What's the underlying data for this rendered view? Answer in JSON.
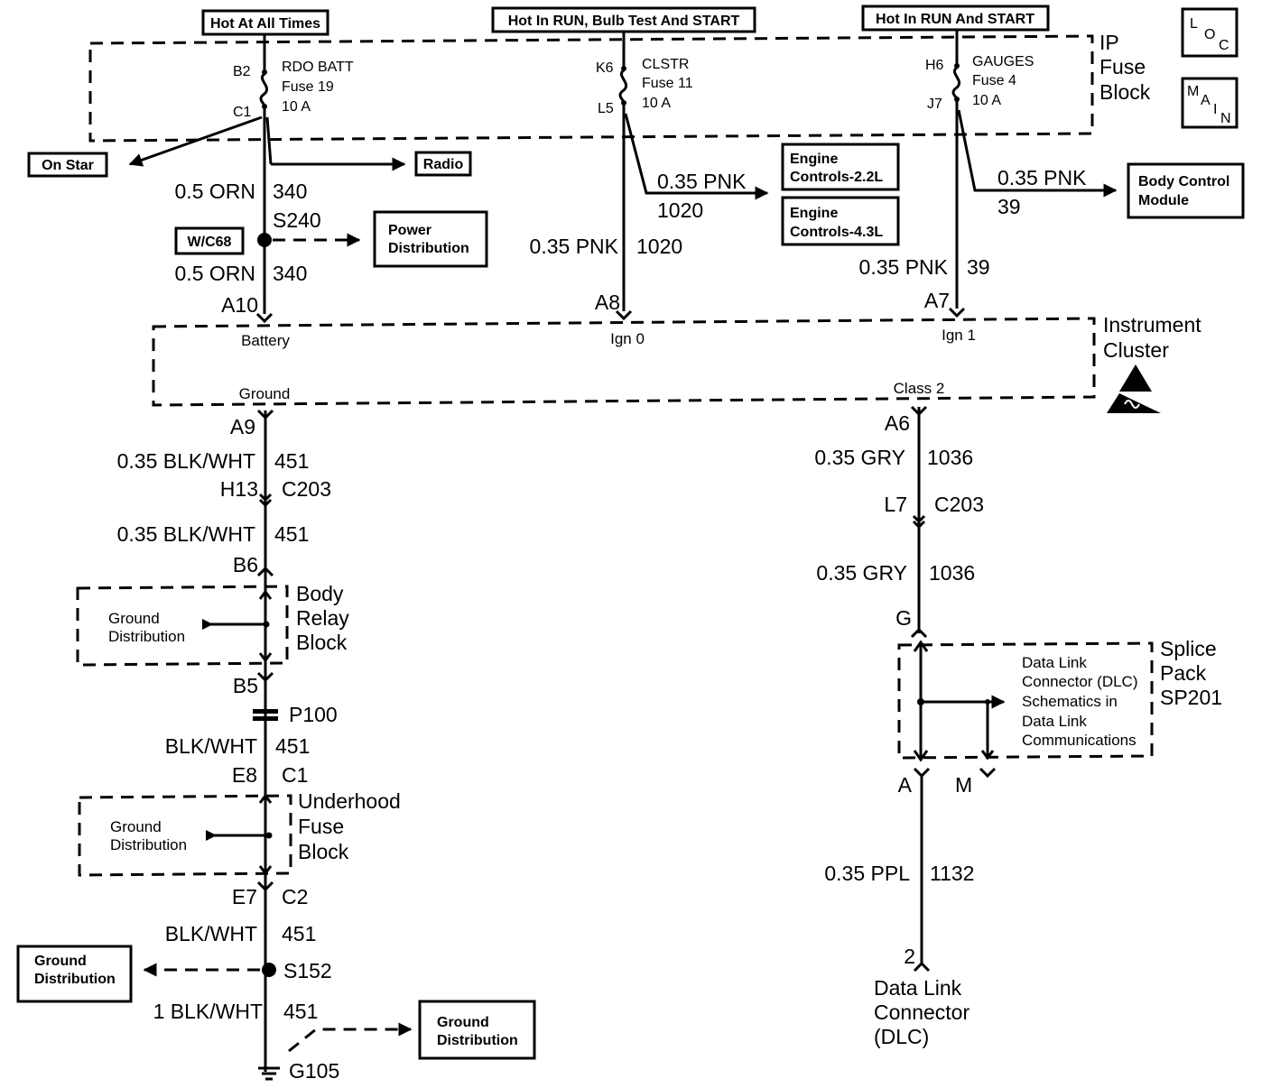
{
  "power_sources": {
    "hot_at_all_times": "Hot At All Times",
    "hot_run_bulb_start": "Hot In RUN, Bulb Test And START",
    "hot_run_start": "Hot In RUN And START"
  },
  "ip_fuse_block": {
    "title_line1": "IP",
    "title_line2": "Fuse",
    "title_line3": "Block",
    "fuse19": {
      "in_pin": "B2",
      "out_pin": "C1",
      "name": "RDO BATT",
      "fuse": "Fuse 19",
      "amps": "10 A"
    },
    "fuse11": {
      "in_pin": "K6",
      "out_pin": "L5",
      "name": "CLSTR",
      "fuse": "Fuse 11",
      "amps": "10 A"
    },
    "fuse4": {
      "in_pin": "H6",
      "out_pin": "J7",
      "name": "GAUGES",
      "fuse": "Fuse 4",
      "amps": "10 A"
    }
  },
  "legend": {
    "loc": [
      "L",
      "O",
      "C"
    ],
    "main": [
      "M",
      "A",
      "I",
      "N"
    ]
  },
  "references": {
    "on_star": "On Star",
    "radio": "Radio",
    "engine_22_line1": "Engine",
    "engine_22_line2": "Controls-2.2L",
    "engine_43_line1": "Engine",
    "engine_43_line2": "Controls-4.3L",
    "bcm_line1": "Body Control",
    "bcm_line2": "Module",
    "power_dist_line1": "Power",
    "power_dist_line2": "Distribution",
    "wc68": "W/C68"
  },
  "wires": {
    "orn_gauge_1": "0.5 ORN",
    "orn_circuit_1": "340",
    "splice_s240": "S240",
    "orn_gauge_2": "0.5 ORN",
    "orn_circuit_2": "340",
    "pnk_branch_gauge": "0.35 PNK",
    "pnk_branch_circuit": "1020",
    "pnk_main_gauge": "0.35 PNK",
    "pnk_main_circuit": "1020",
    "pnk39_branch_gauge": "0.35 PNK",
    "pnk39_branch_circuit": "39",
    "pnk39_main_gauge": "0.35 PNK",
    "pnk39_main_circuit": "39",
    "blkwht_1_gauge": "0.35 BLK/WHT",
    "blkwht_1_circuit": "451",
    "blkwht_2_gauge": "0.35 BLK/WHT",
    "blkwht_2_circuit": "451",
    "blkwht_3_gauge": "BLK/WHT",
    "blkwht_3_circuit": "451",
    "blkwht_4_gauge": "BLK/WHT",
    "blkwht_4_circuit": "451",
    "blkwht_5_gauge": "1 BLK/WHT",
    "blkwht_5_circuit": "451",
    "gry_1_gauge": "0.35 GRY",
    "gry_1_circuit": "1036",
    "gry_2_gauge": "0.35 GRY",
    "gry_2_circuit": "1036",
    "ppl_gauge": "0.35 PPL",
    "ppl_circuit": "1132"
  },
  "instrument_cluster": {
    "title_line1": "Instrument",
    "title_line2": "Cluster",
    "pin_battery": "A10",
    "label_battery": "Battery",
    "pin_ign0": "A8",
    "label_ign0": "Ign 0",
    "pin_ign1": "A7",
    "label_ign1": "Ign 1",
    "pin_ground": "A9",
    "label_ground": "Ground",
    "pin_class2": "A6",
    "label_class2": "Class 2"
  },
  "connectors": {
    "h13": "H13",
    "c203_left": "C203",
    "b6": "B6",
    "b5": "B5",
    "p100": "P100",
    "e8": "E8",
    "c1": "C1",
    "e7": "E7",
    "c2": "C2",
    "s152": "S152",
    "g105": "G105",
    "l7": "L7",
    "c203_right": "C203",
    "pin_g": "G",
    "pin_a": "A",
    "pin_m": "M",
    "dlc_pin": "2"
  },
  "body_relay_block": {
    "title_line1": "Body",
    "title_line2": "Relay",
    "title_line3": "Block",
    "ground_line1": "Ground",
    "ground_line2": "Distribution"
  },
  "underhood_fuse_block": {
    "title_line1": "Underhood",
    "title_line2": "Fuse",
    "title_line3": "Block",
    "ground_line1": "Ground",
    "ground_line2": "Distribution"
  },
  "ground_refs": {
    "s152_line1": "Ground",
    "s152_line2": "Distribution",
    "g105_line1": "Ground",
    "g105_line2": "Distribution"
  },
  "splice_pack": {
    "title_line1": "Splice",
    "title_line2": "Pack",
    "title_line3": "SP201",
    "note_line1": "Data Link",
    "note_line2": "Connector (DLC)",
    "note_line3": "Schematics in",
    "note_line4": "Data Link",
    "note_line5": "Communications"
  },
  "dlc": {
    "line1": "Data Link",
    "line2": "Connector",
    "line3": "(DLC)"
  }
}
